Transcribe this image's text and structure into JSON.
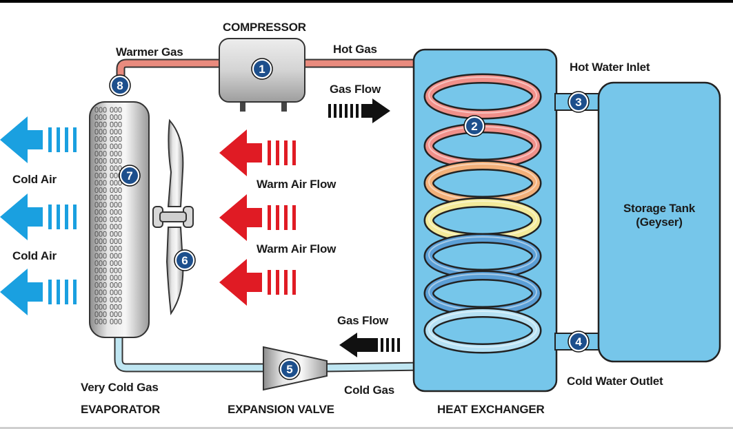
{
  "labels": {
    "compressor": "COMPRESSOR",
    "warmer_gas": "Warmer Gas",
    "hot_gas": "Hot Gas",
    "gas_flow_top": "Gas Flow",
    "hot_water_inlet": "Hot Water Inlet",
    "cold_air_1": "Cold Air",
    "cold_air_2": "Cold Air",
    "warm_air_flow_1": "Warm Air Flow",
    "warm_air_flow_2": "Warm Air Flow",
    "storage_tank_line1": "Storage Tank",
    "storage_tank_line2": "(Geyser)",
    "gas_flow_bottom": "Gas Flow",
    "cold_water_outlet": "Cold Water Outlet",
    "very_cold_gas": "Very Cold Gas",
    "evaporator": "EVAPORATOR",
    "cold_gas": "Cold Gas",
    "expansion_valve": "EXPANSION VALVE",
    "heat_exchanger": "HEAT EXCHANGER"
  },
  "markers": [
    "1",
    "2",
    "3",
    "4",
    "5",
    "6",
    "7",
    "8"
  ],
  "colors": {
    "hot_pipe": "#e98b7e",
    "cold_pipe": "#bfe6f2",
    "water_blue": "#76c6ea",
    "marker_blue": "#1d4f8c",
    "warm_arrow": "#e01b24",
    "cold_arrow": "#1aa0e0",
    "coil_red": "#f0908a",
    "coil_orange": "#f2b07a",
    "coil_yellow": "#f3ea9a",
    "coil_blue": "#5b9fd6",
    "coil_light_blue": "#b6e1f4"
  }
}
